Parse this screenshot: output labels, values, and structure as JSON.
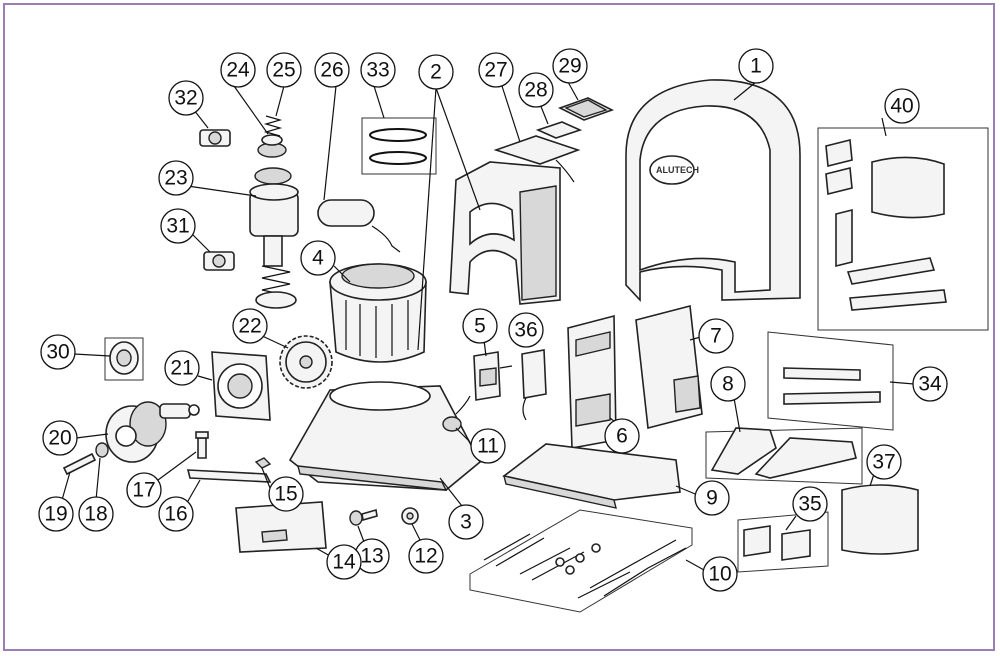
{
  "diagram": {
    "brand_logo": "ALUTECH",
    "highlight_color": "#d0202a",
    "frame_color": "#9a7fb3",
    "highlighted_callout": "36",
    "callouts": [
      "1",
      "2",
      "3",
      "4",
      "5",
      "6",
      "7",
      "8",
      "9",
      "10",
      "11",
      "12",
      "13",
      "14",
      "15",
      "16",
      "17",
      "18",
      "19",
      "20",
      "21",
      "22",
      "23",
      "24",
      "25",
      "26",
      "27",
      "28",
      "29",
      "30",
      "31",
      "32",
      "33",
      "34",
      "35",
      "36",
      "37",
      "40"
    ]
  }
}
